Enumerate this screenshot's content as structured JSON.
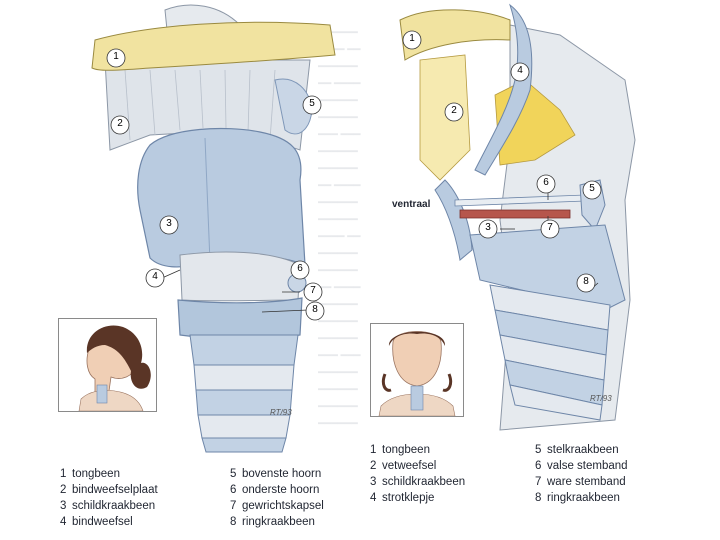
{
  "left_figure": {
    "callouts": [
      "1",
      "2",
      "3",
      "4",
      "5",
      "6",
      "7",
      "8"
    ],
    "signature": "RT/93",
    "legend": [
      {
        "num": "1",
        "label": "tongbeen"
      },
      {
        "num": "2",
        "label": "bindweefselplaat"
      },
      {
        "num": "3",
        "label": "schildkraakbeen"
      },
      {
        "num": "4",
        "label": "bindweefsel"
      },
      {
        "num": "5",
        "label": "bovenste hoorn"
      },
      {
        "num": "6",
        "label": "onderste hoorn"
      },
      {
        "num": "7",
        "label": "gewrichtskapsel"
      },
      {
        "num": "8",
        "label": "ringkraakbeen"
      }
    ]
  },
  "right_figure": {
    "callouts": [
      "1",
      "2",
      "3",
      "4",
      "5",
      "6",
      "7",
      "8"
    ],
    "ventral_label": "ventraal",
    "signature": "RT/93",
    "legend": [
      {
        "num": "1",
        "label": "tongbeen"
      },
      {
        "num": "2",
        "label": "vetweefsel"
      },
      {
        "num": "3",
        "label": "schildkraakbeen"
      },
      {
        "num": "4",
        "label": "strotklepje"
      },
      {
        "num": "5",
        "label": "stelkraakbeen"
      },
      {
        "num": "6",
        "label": "valse stemband"
      },
      {
        "num": "7",
        "label": "ware stemband"
      },
      {
        "num": "8",
        "label": "ringkraakbeen"
      }
    ]
  },
  "colors": {
    "hyoid": "#f1e3a0",
    "cartilage": "#b9cbe0",
    "cartilage_dark": "#7f97b8",
    "membrane": "#dde3ea",
    "fat": "#f1d45a",
    "true_cord": "#b6564c",
    "skin": "#f0cfb5",
    "hair": "#5a3526"
  }
}
